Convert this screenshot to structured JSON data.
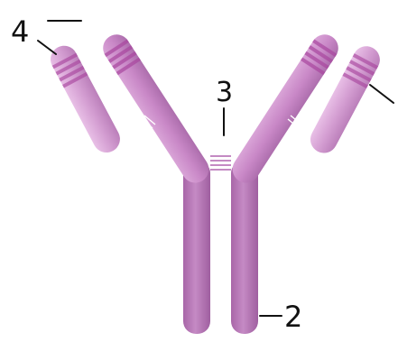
{
  "diagram": {
    "labels": {
      "heavy_chain_label": "2",
      "hinge_label": "3",
      "light_chain_label": "4"
    },
    "colors": {
      "chain_main": "#c987c6",
      "chain_light": "#e4b4e1",
      "chain_dark": "#b06faf",
      "stem_main": "#b577b5",
      "stripe": "#a8439d",
      "hinge_bond": "#ffffff",
      "line": "#111111"
    }
  }
}
